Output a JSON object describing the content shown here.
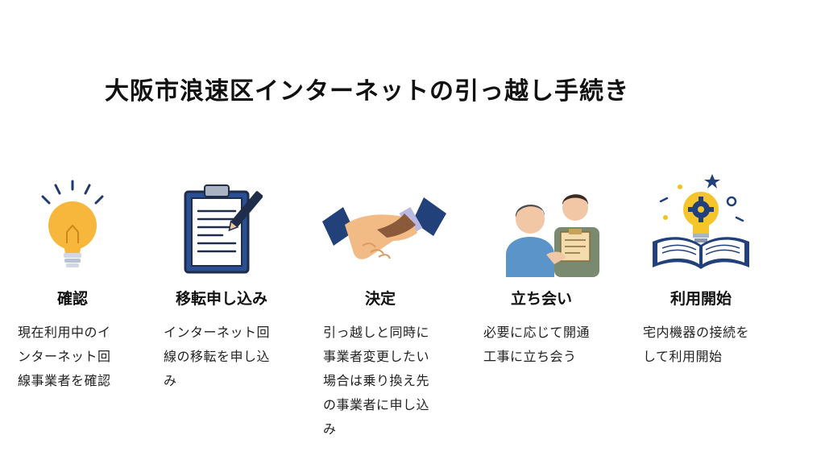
{
  "title": "大阪市浪速区インターネットの引っ越し手続き",
  "steps": [
    {
      "label": "確認",
      "icon": "lightbulb-icon",
      "desc": [
        "現在利用中のイ",
        "ンターネット回",
        "線事業者を確認"
      ]
    },
    {
      "label": "移転申し込み",
      "icon": "clipboard-pen-icon",
      "desc": [
        "インターネット回",
        "線の移転を申し込",
        "み"
      ]
    },
    {
      "label": "決定",
      "icon": "handshake-icon",
      "desc": [
        "引っ越しと同時に",
        "事業者変更したい",
        "場合は乗り換え先",
        "の事業者に申し込",
        "み"
      ]
    },
    {
      "label": "立ち会い",
      "icon": "technician-visit-icon",
      "desc": [
        "必要に応じて開通",
        "工事に立ち会う"
      ]
    },
    {
      "label": "利用開始",
      "icon": "book-gear-bulb-icon",
      "desc": [
        "宅内機器の接続を",
        "して利用開始"
      ]
    }
  ]
}
